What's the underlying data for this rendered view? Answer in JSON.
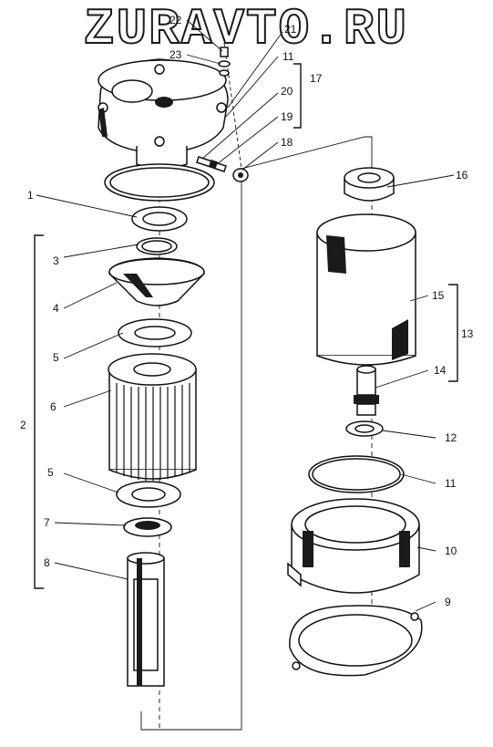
{
  "watermark": "ZURAVTO.RU",
  "labels": {
    "l1": "1",
    "l2": "2",
    "l3": "3",
    "l4": "4",
    "l5a": "5",
    "l5b": "5",
    "l6": "6",
    "l7": "7",
    "l8": "8",
    "l9": "9",
    "l10": "10",
    "l11a": "11",
    "l11b": "11",
    "l12": "12",
    "l13": "13",
    "l14": "14",
    "l15": "15",
    "l16": "16",
    "l17": "17",
    "l18": "18",
    "l19": "19",
    "l20": "20",
    "l21": "21",
    "l22": "22",
    "l23": "23"
  }
}
